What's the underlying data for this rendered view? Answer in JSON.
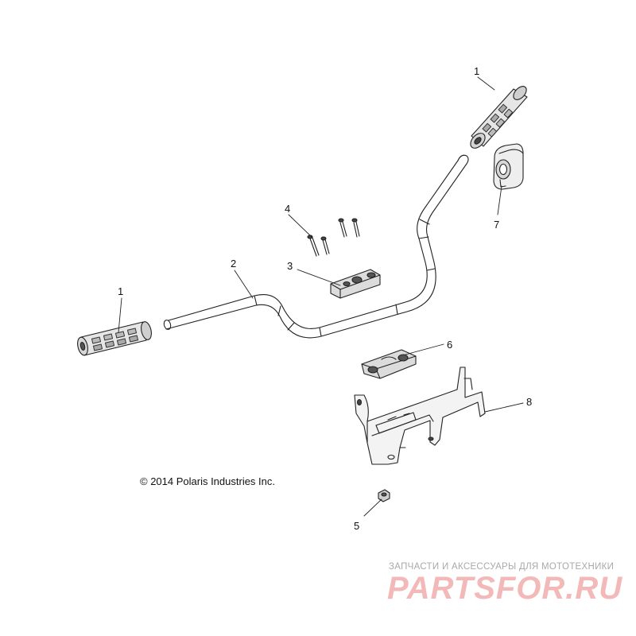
{
  "callouts": [
    "1",
    "2",
    "3",
    "4",
    "1",
    "5",
    "6",
    "7",
    "8"
  ],
  "copyright": "© 2014 Polaris Industries Inc.",
  "watermark": {
    "tagline": "ЗАПЧАСТИ И АКСЕССУАРЫ ДЛЯ МОТОТЕХНИКИ",
    "logo": "PARTSFOR.RU"
  }
}
